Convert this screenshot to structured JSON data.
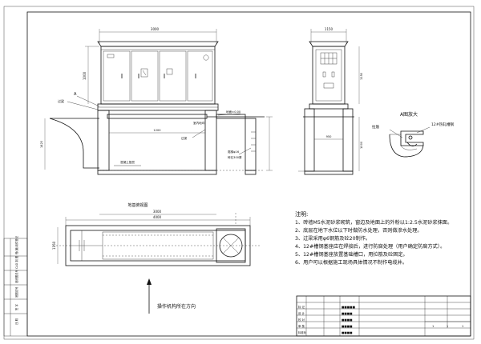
{
  "drawing": {
    "front_view": {
      "width_dim": "3000",
      "height_dim": "1000",
      "callout_a": "A",
      "label_beam": "过梁",
      "label_ground": "地面±0.00",
      "label_floor": "室内地坪",
      "label_pad": "混凝土垫层",
      "span_dim": "1200",
      "leader_left": "过梁",
      "leader_mid": "过梁",
      "label_rebar": "爬梯φ16",
      "label_gravel": "碎石300厚",
      "left_height_dim": "1420"
    },
    "side_view": {
      "top_dim": "1150",
      "inner_dim": "950",
      "right_dims": [
        "1150",
        "1000"
      ]
    },
    "detail": {
      "title": "A图放大",
      "label_left": "拉筋",
      "label_right": "12#热轧槽钢"
    },
    "plan": {
      "title": "地基俯视图",
      "outer_dim": "4000",
      "inner_dim": "3000",
      "side_dim": "1150"
    },
    "operation_label": "操作机构所在方向",
    "notes": {
      "title": "注明:",
      "items": [
        "1、砖墙M5水泥砂浆砌筑，窗边及地面上的外粉以1:2.5水泥砂浆抹面。",
        "2、底层在地下水位以下时做防水处理，否则做渗水处理。",
        "3、过梁采用φ6钢筋及砼20制作。",
        "4、12#槽钢基座应在焊接后，进行防腐处理（用户确定防腐方式）。",
        "5、12#槽钢基座放置基础槽口，用拉筋及砼固定。",
        "6、用户可以根据施工现场具体情况不制作电缆井。"
      ]
    },
    "side_strip": [
      "借(通)用件登记",
      "CAD 制 图",
      "旧底图总号",
      "底图总号",
      "签 字",
      "日 期"
    ],
    "title_block": {
      "rows": [
        "标 记",
        "设 计",
        "校 对",
        "审 核",
        "标准化"
      ],
      "mid_cells": [
        "■■■■■",
        "■■■■",
        "■■■■",
        "■■■■",
        "■■■■"
      ],
      "scale_marks": [
        "1",
        "1",
        "1"
      ]
    }
  }
}
